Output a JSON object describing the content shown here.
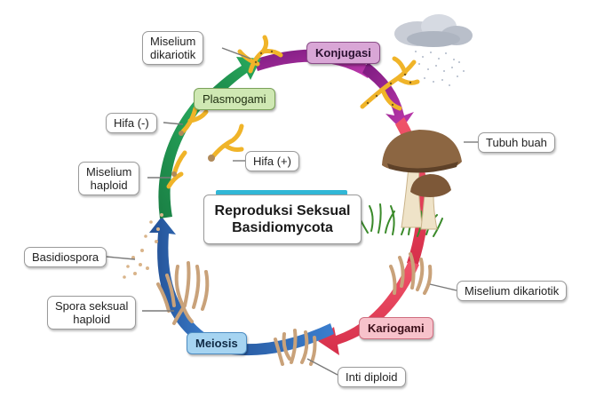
{
  "title": {
    "line1": "Reproduksi Seksual",
    "line2": "Basidiomycota"
  },
  "stages": {
    "konjugasi": "Konjugasi",
    "plasmogami": "Plasmogami",
    "kariogami": "Kariogami",
    "meiosis": "Meiosis"
  },
  "labels": {
    "miselium_dikariotik_top": "Miselium\ndikariotik",
    "hifa_minus": "Hifa (-)",
    "hifa_plus": "Hifa (+)",
    "miselium_haploid": "Miselium\nhaploid",
    "basidiospora": "Basidiospora",
    "spora_seksual_haploid": "Spora seksual\nhaploid",
    "tubuh_buah": "Tubuh buah",
    "miselium_dikariotik_right": "Miselium dikariotik",
    "inti_diploid": "Inti diploid"
  },
  "colors": {
    "konjugasi_arrow": "#a0279b",
    "kariogami_arrow": "#e8425a",
    "meiosis_arrow": "#2a64ad",
    "plasmogami_arrow": "#1f9a52",
    "title_accent": "#31b7d6"
  },
  "icons": [
    "rain-cloud-icon",
    "mushroom-icon",
    "grass-icon",
    "hypha-icon",
    "spore-icon"
  ]
}
